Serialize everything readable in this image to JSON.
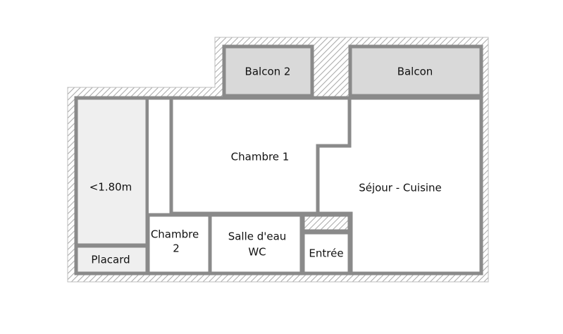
{
  "colors": {
    "wall": "#8a8a8a",
    "hatch": "#a8a8a8",
    "balcony_fill": "#d9d9d9",
    "low_ceiling_fill": "#efefef",
    "room_fill": "#ffffff",
    "text": "#111111"
  },
  "rooms": {
    "balcon_2": "Balcon 2",
    "balcon": "Balcon",
    "chambre_1": "Chambre 1",
    "sejour_cuisine": "Séjour - Cuisine",
    "low_ceiling": "<1.80m",
    "placard": "Placard",
    "chambre_2_line1": "Chambre",
    "chambre_2_line2": "2",
    "salle_eau_line1": "Salle d'eau",
    "salle_eau_line2": "WC",
    "entree": "Entrée"
  }
}
